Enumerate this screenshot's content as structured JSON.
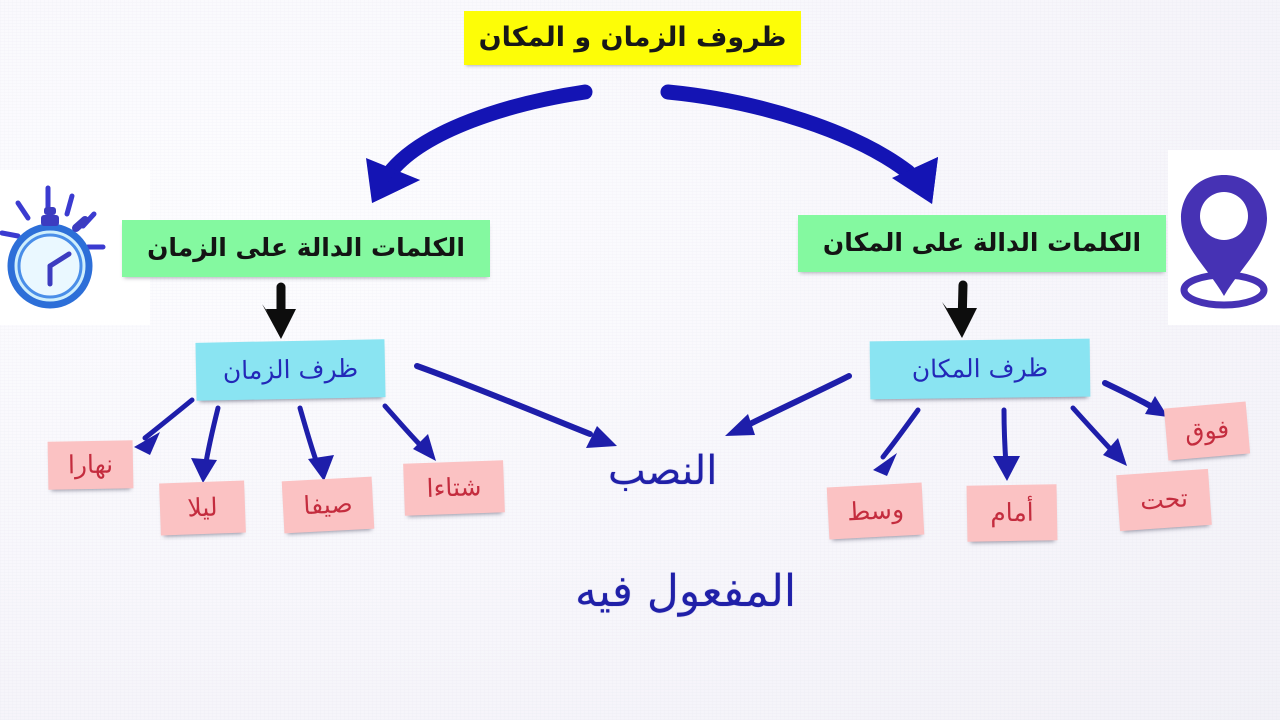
{
  "diagram": {
    "title": "ظروف الزمان و المكان",
    "language": "ar",
    "branches": {
      "time": {
        "category_label": "الكلمات الدالة على الزمان",
        "node_label": "ظرف الزمان",
        "icon": "stopwatch-icon",
        "examples": [
          "نهارا",
          "ليلا",
          "صيفا",
          "شتاءا"
        ]
      },
      "place": {
        "category_label": "الكلمات الدالة على المكان",
        "node_label": "ظرف المكان",
        "icon": "location-pin-icon",
        "examples": [
          "وسط",
          "أمام",
          "تحت",
          "فوق"
        ]
      }
    },
    "center_notes": {
      "case_label": "النصب",
      "function_label": "المفعول فيه"
    },
    "colors": {
      "title_highlight": "#fdfd07",
      "category_box": "#84f9a0",
      "node_box": "#8ae4f2",
      "example_box": "#fbc2c3",
      "example_text": "#c42c3e",
      "ink_blue": "#2020a8",
      "arrow_blue": "#1414b4",
      "arrow_black": "#0d0d0d",
      "pin_purple": "#4632b4",
      "background": "#f7f6fb"
    }
  }
}
